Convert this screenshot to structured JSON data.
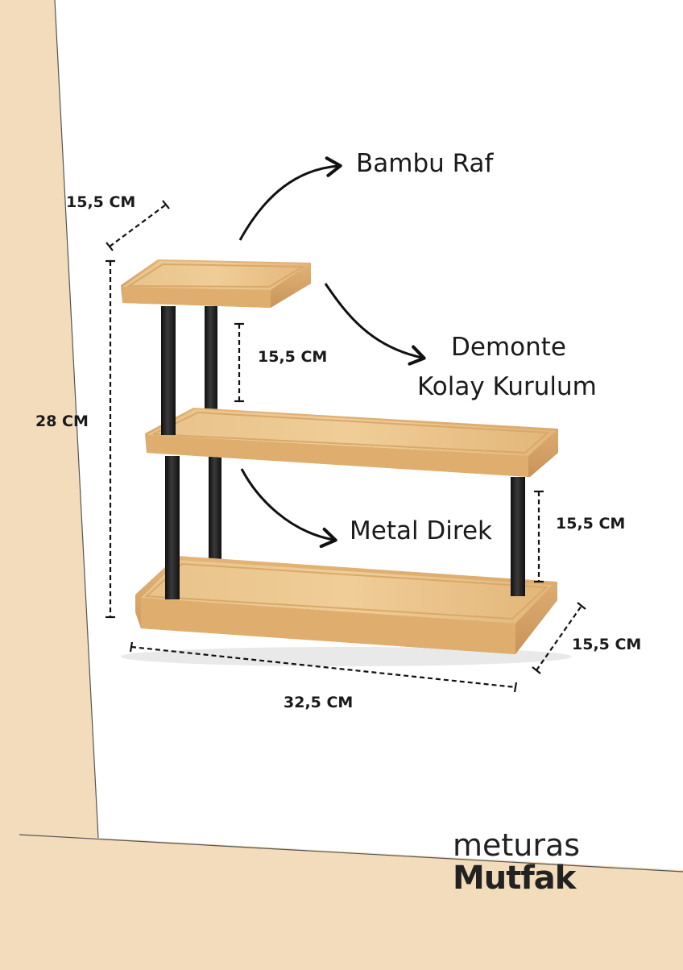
{
  "callouts": {
    "shelf": "Bambu Raf",
    "assembly_line1": "Demonte",
    "assembly_line2": "Kolay Kurulum",
    "pole": "Metal Direk"
  },
  "dimensions": {
    "top_depth": "15,5 CM",
    "total_height": "28 CM",
    "upper_gap": "15,5 CM",
    "lower_gap": "15,5 CM",
    "base_depth": "15,5 CM",
    "base_width": "32,5 CM"
  },
  "brand": {
    "line1": "meturas",
    "line2": "Mutfak"
  },
  "colors": {
    "background": "#f3dcbc",
    "panel": "#ffffff",
    "bamboo": "#e2b77a",
    "pole": "#1e1e1e"
  }
}
